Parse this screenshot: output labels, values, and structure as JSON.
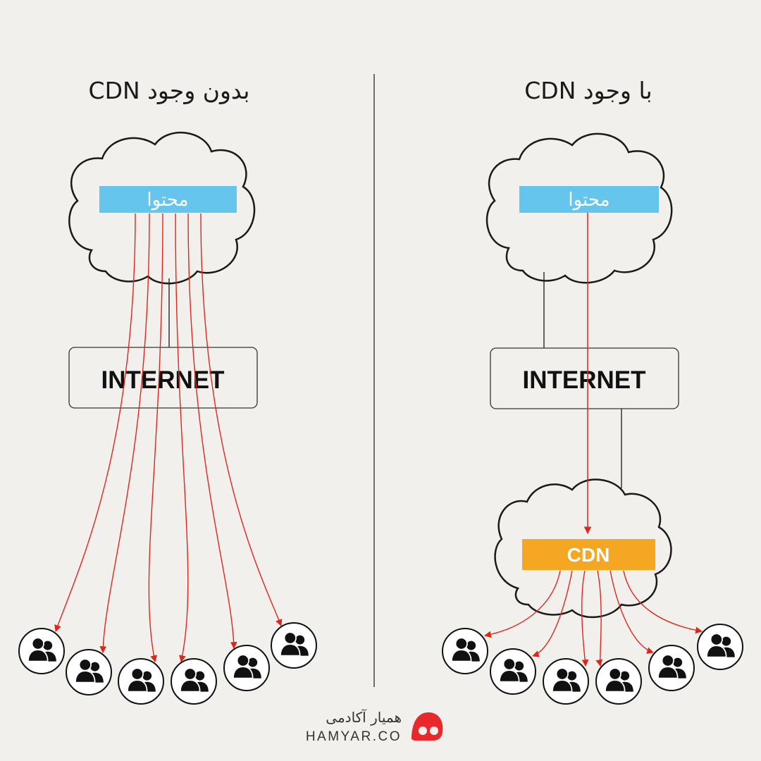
{
  "titles": {
    "left": "بدون وجود CDN",
    "right": "با وجود CDN"
  },
  "left_panel": {
    "content_label": "محتوا",
    "internet_label": "INTERNET",
    "user_count": 6
  },
  "right_panel": {
    "content_label": "محتوا",
    "internet_label": "INTERNET",
    "cdn_label": "CDN",
    "user_count": 6
  },
  "logo": {
    "persian": "همیار آکادمی",
    "latin": "HAMYAR.CO",
    "mark_icon": "hamyar-logo-icon"
  },
  "colors": {
    "background": "#f1f0ed",
    "content_box": "#65c5ec",
    "cdn_box": "#f5a623",
    "arrow": "#e0261b",
    "logo_red": "#e8282b",
    "stroke": "#1a1a1a"
  }
}
